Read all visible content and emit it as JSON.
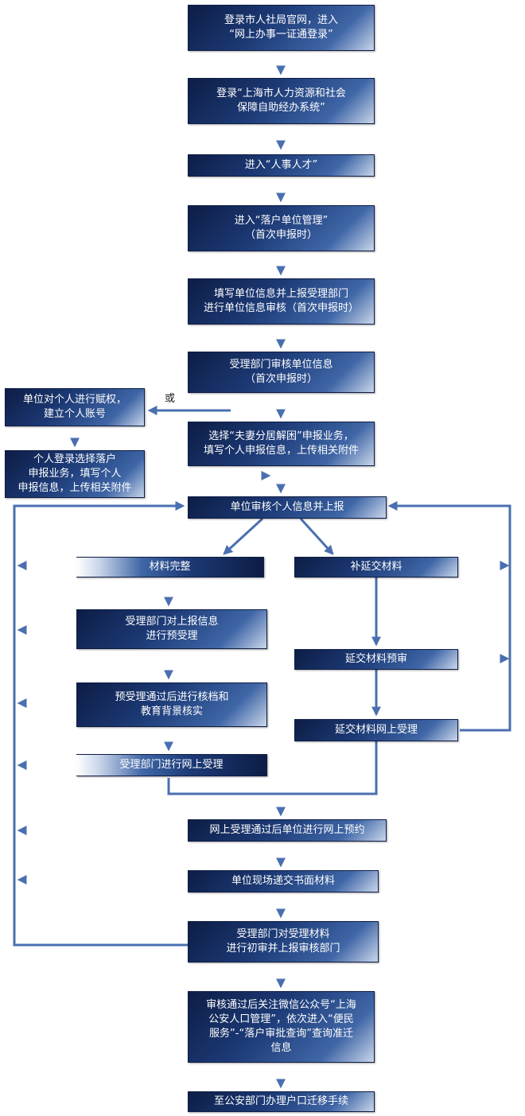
{
  "nodes": {
    "n1": [
      "登录市人社局官网，进入",
      "“网上办事一证通登录”"
    ],
    "n2": [
      "登录“上海市人力资源和社会",
      "保障自助经办系统”"
    ],
    "n3": [
      "进入“人事人才”"
    ],
    "n4": [
      "进入“落户单位管理”",
      "（首次申报时）"
    ],
    "n5": [
      "填写单位信息并上报受理部门",
      "进行单位信息审核（首次申报时）"
    ],
    "n6": [
      "受理部门审核单位信息",
      "（首次申报时）"
    ],
    "n7": [
      "选择“夫妻分居解困”申报业务，",
      "填写个人申报信息，上传相关附件"
    ],
    "l1": [
      "单位对个人进行赋权，",
      "建立个人账号"
    ],
    "l2": [
      "个人登录选择落户",
      "申报业务，填写个人",
      "申报信息，上传相关附件"
    ],
    "or_label": "或",
    "n8": [
      "单位审核个人信息并上报"
    ],
    "a1": [
      "材料完整"
    ],
    "a2": [
      "受理部门对上报信息",
      "进行预受理"
    ],
    "a3": [
      "预受理通过后进行核档和",
      "教育背景核实"
    ],
    "a4": [
      "受理部门进行网上受理"
    ],
    "b1": [
      "补延交材料"
    ],
    "b2": [
      "延交材料预审"
    ],
    "b3": [
      "延交材料网上受理"
    ],
    "n9": [
      "网上受理通过后单位进行网上预约"
    ],
    "n10": [
      "单位现场递交书面材料"
    ],
    "n11": [
      "受理部门对受理材料",
      "进行初审并上报审核部门"
    ],
    "n12": [
      "审核通过后关注微信公众号“上海",
      "公安人口管理”，依次进入“便民",
      "服务”-“落户审批查询”查询准迁",
      "信息"
    ],
    "n13": [
      "至公安部门办理户口迁移手续"
    ]
  },
  "colors": {
    "arrow": "#4a6fb0",
    "box_dark": "#0d1d45",
    "box_mid": "#1c3a76"
  }
}
